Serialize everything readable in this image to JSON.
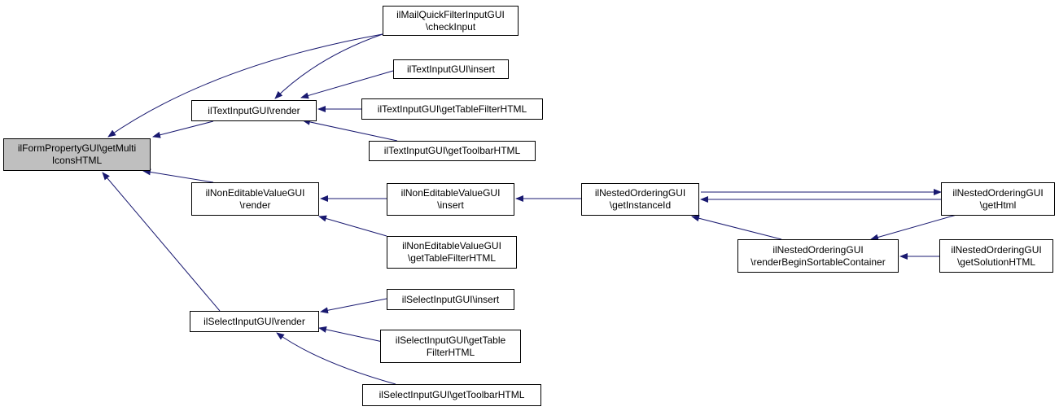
{
  "diagram": {
    "edge_color": "#191970",
    "root_fill": "#bfbfbf",
    "nodes": {
      "root": {
        "lines": [
          "ilFormPropertyGUI\\getMulti",
          "IconsHTML"
        ]
      },
      "text_render": {
        "lines": [
          "ilTextInputGUI\\render"
        ]
      },
      "noneditable_render": {
        "lines": [
          "ilNonEditableValueGUI",
          "\\render"
        ]
      },
      "select_render": {
        "lines": [
          "ilSelectInputGUI\\render"
        ]
      },
      "mail_checkinput": {
        "lines": [
          "ilMailQuickFilterInputGUI",
          "\\checkInput"
        ]
      },
      "text_insert": {
        "lines": [
          "ilTextInputGUI\\insert"
        ]
      },
      "text_gettablefilter": {
        "lines": [
          "ilTextInputGUI\\getTableFilterHTML"
        ]
      },
      "text_gettoolbar": {
        "lines": [
          "ilTextInputGUI\\getToolbarHTML"
        ]
      },
      "noneditable_insert": {
        "lines": [
          "ilNonEditableValueGUI",
          "\\insert"
        ]
      },
      "noneditable_gettablefilter": {
        "lines": [
          "ilNonEditableValueGUI",
          "\\getTableFilterHTML"
        ]
      },
      "select_insert": {
        "lines": [
          "ilSelectInputGUI\\insert"
        ]
      },
      "select_gettablefilter": {
        "lines": [
          "ilSelectInputGUI\\getTable",
          "FilterHTML"
        ]
      },
      "select_gettoolbar": {
        "lines": [
          "ilSelectInputGUI\\getToolbarHTML"
        ]
      },
      "nested_getinstanceid": {
        "lines": [
          "ilNestedOrderingGUI",
          "\\getInstanceId"
        ]
      },
      "nested_renderbegin": {
        "lines": [
          "ilNestedOrderingGUI",
          "\\renderBeginSortableContainer"
        ]
      },
      "nested_gethtml": {
        "lines": [
          "ilNestedOrderingGUI",
          "\\getHtml"
        ]
      },
      "nested_getsolution": {
        "lines": [
          "ilNestedOrderingGUI",
          "\\getSolutionHTML"
        ]
      }
    },
    "edges": [
      {
        "from": "text_render",
        "to": "root"
      },
      {
        "from": "noneditable_render",
        "to": "root"
      },
      {
        "from": "select_render",
        "to": "root"
      },
      {
        "from": "mail_checkinput",
        "to": "root"
      },
      {
        "from": "mail_checkinput",
        "to": "text_render"
      },
      {
        "from": "text_insert",
        "to": "text_render"
      },
      {
        "from": "text_gettablefilter",
        "to": "text_render"
      },
      {
        "from": "text_gettoolbar",
        "to": "text_render"
      },
      {
        "from": "noneditable_insert",
        "to": "noneditable_render"
      },
      {
        "from": "noneditable_gettablefilter",
        "to": "noneditable_render"
      },
      {
        "from": "select_insert",
        "to": "select_render"
      },
      {
        "from": "select_gettablefilter",
        "to": "select_render"
      },
      {
        "from": "select_gettoolbar",
        "to": "select_render"
      },
      {
        "from": "nested_getinstanceid",
        "to": "noneditable_insert"
      },
      {
        "from": "nested_gethtml",
        "to": "nested_getinstanceid"
      },
      {
        "from": "nested_getinstanceid",
        "to": "nested_gethtml"
      },
      {
        "from": "nested_renderbegin",
        "to": "nested_getinstanceid"
      },
      {
        "from": "nested_gethtml",
        "to": "nested_renderbegin"
      },
      {
        "from": "nested_getsolution",
        "to": "nested_renderbegin"
      }
    ]
  }
}
